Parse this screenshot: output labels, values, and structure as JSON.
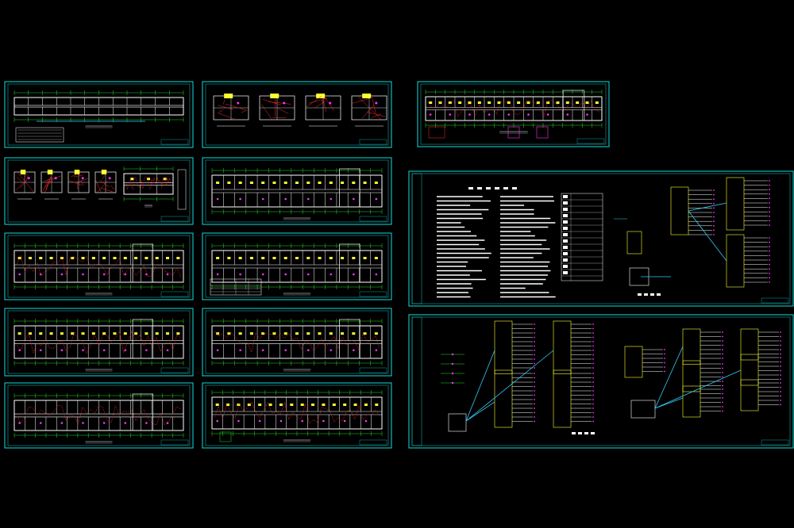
{
  "colors": {
    "background": "#000000",
    "frame": "#13c7c7",
    "wall": "#ffffff",
    "wiring_red": "#ff2a2a",
    "fixture_yellow": "#ffff33",
    "accent_magenta": "#ff33ff",
    "line_green": "#22dd22",
    "line_cyan": "#33ccff"
  },
  "sheets": {
    "floor_plans": 10,
    "wide_plan": 1,
    "notes_and_riser": 1,
    "distribution_system": 1
  }
}
